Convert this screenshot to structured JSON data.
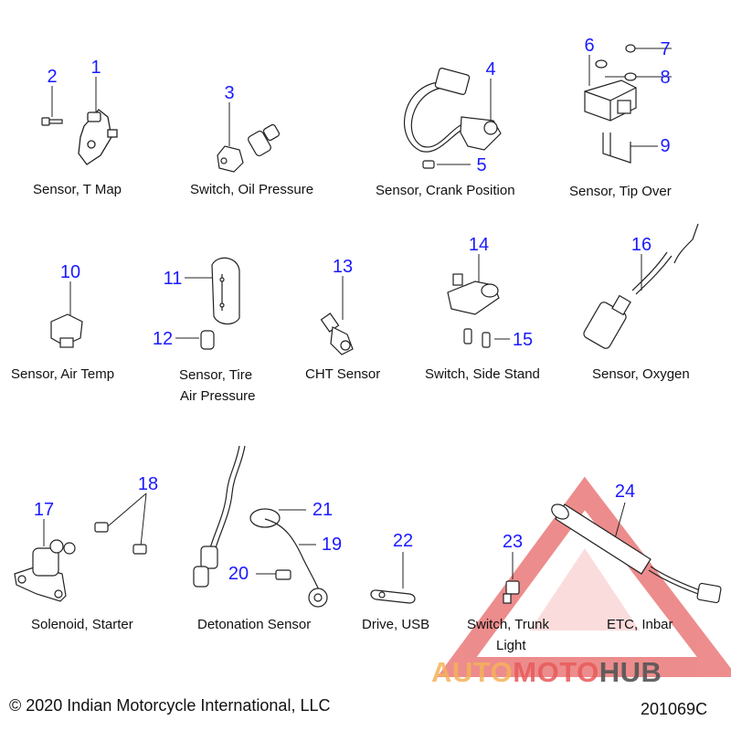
{
  "parts": [
    {
      "id": "part-1",
      "num": "1",
      "caption": "Sensor, T Map"
    },
    {
      "id": "part-2",
      "num": "2",
      "caption": ""
    },
    {
      "id": "part-3",
      "num": "3",
      "caption": "Switch, Oil Pressure"
    },
    {
      "id": "part-4",
      "num": "4",
      "caption": "Sensor, Crank Position"
    },
    {
      "id": "part-5",
      "num": "5",
      "caption": ""
    },
    {
      "id": "part-6",
      "num": "6",
      "caption": "Sensor, Tip Over"
    },
    {
      "id": "part-7",
      "num": "7"
    },
    {
      "id": "part-8",
      "num": "8"
    },
    {
      "id": "part-9",
      "num": "9"
    },
    {
      "id": "part-10",
      "num": "10",
      "caption": "Sensor, Air Temp"
    },
    {
      "id": "part-11",
      "num": "11",
      "caption_line1": "Sensor, Tire",
      "caption_line2": "Air Pressure"
    },
    {
      "id": "part-12",
      "num": "12"
    },
    {
      "id": "part-13",
      "num": "13",
      "caption": "CHT Sensor"
    },
    {
      "id": "part-14",
      "num": "14",
      "caption": "Switch, Side Stand"
    },
    {
      "id": "part-15",
      "num": "15"
    },
    {
      "id": "part-16",
      "num": "16",
      "caption": "Sensor, Oxygen"
    },
    {
      "id": "part-17",
      "num": "17",
      "caption": "Solenoid, Starter"
    },
    {
      "id": "part-18",
      "num": "18"
    },
    {
      "id": "part-19",
      "num": "19",
      "caption": "Detonation Sensor"
    },
    {
      "id": "part-20",
      "num": "20"
    },
    {
      "id": "part-21",
      "num": "21"
    },
    {
      "id": "part-22",
      "num": "22",
      "caption": "Drive, USB"
    },
    {
      "id": "part-23",
      "num": "23",
      "caption_line1": "Switch, Trunk",
      "caption_line2": "Light"
    },
    {
      "id": "part-24",
      "num": "24",
      "caption": "ETC, Inbar"
    }
  ],
  "footer": {
    "copyright": "© 2020 Indian Motorcycle International, LLC",
    "drawing_number": "201069C"
  },
  "watermark": {
    "part_a": "AUTO",
    "part_b": "MOTO",
    "part_c": "HUB"
  },
  "colors": {
    "callout": "#1a1aff",
    "line": "#222222",
    "fill": "#ffffff",
    "watermark_red": "#e03030",
    "watermark_orange": "#f5b25a"
  }
}
